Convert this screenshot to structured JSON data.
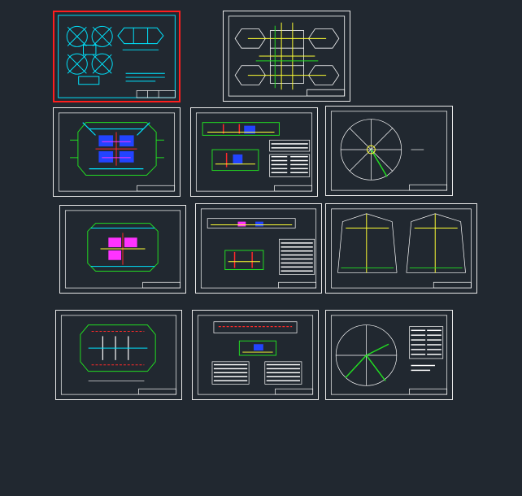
{
  "canvas": {
    "background": "#212830"
  },
  "colors": {
    "frame": "#e8e8e8",
    "selection": "#ff1e1e",
    "cyan": "#00e5ff",
    "yellow": "#ffff33",
    "green": "#22dd22",
    "red": "#ff2a2a",
    "magenta": "#ff33ff",
    "blue": "#2244ff",
    "white": "#ffffff"
  },
  "sheets": [
    {
      "id": "sheet-1",
      "kind": "site-plan",
      "selected": true
    },
    {
      "id": "sheet-2",
      "kind": "pipe-plan",
      "selected": false
    },
    {
      "id": "sheet-3",
      "kind": "process-plan",
      "selected": false
    },
    {
      "id": "sheet-4",
      "kind": "section-with-tables",
      "selected": false
    },
    {
      "id": "sheet-5",
      "kind": "circular-tank",
      "selected": false
    },
    {
      "id": "sheet-6",
      "kind": "process-plan",
      "selected": false
    },
    {
      "id": "sheet-7",
      "kind": "section-with-tables",
      "selected": false
    },
    {
      "id": "sheet-8",
      "kind": "tank-sections",
      "selected": false
    },
    {
      "id": "sheet-9",
      "kind": "process-plan",
      "selected": false
    },
    {
      "id": "sheet-10",
      "kind": "section-with-tables",
      "selected": false
    },
    {
      "id": "sheet-11",
      "kind": "circular-tank-table",
      "selected": false
    }
  ]
}
